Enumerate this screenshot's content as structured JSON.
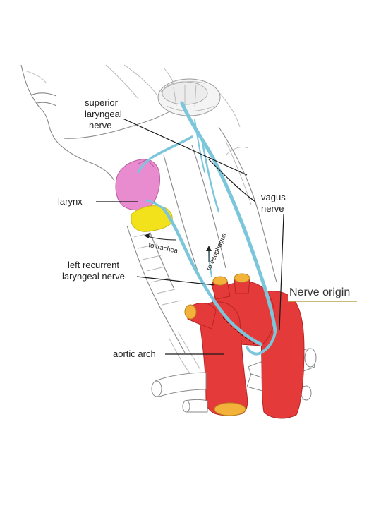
{
  "labels": {
    "superior_laryngeal_nerve": [
      "superior",
      "laryngeal",
      "nerve"
    ],
    "larynx": "larynx",
    "vagus_nerve": [
      "vagus",
      "nerve"
    ],
    "to_trachea": "to trachea",
    "to_esophagus": "to esophagus",
    "left_recurrent_laryngeal_nerve": [
      "left recurrent",
      "laryngeal nerve"
    ],
    "nerve_origin": "Nerve origin",
    "aortic_arch": "aortic arch"
  },
  "colors": {
    "nerve": "#7cc6dc",
    "artery": "#e43a3a",
    "artery_dark": "#b82424",
    "vessel_lumen": "#f3b23a",
    "larynx": "#e98ccf",
    "thyroid_cartilage": "#f2e21c",
    "nerve_origin_underline": "#b8a64a"
  }
}
